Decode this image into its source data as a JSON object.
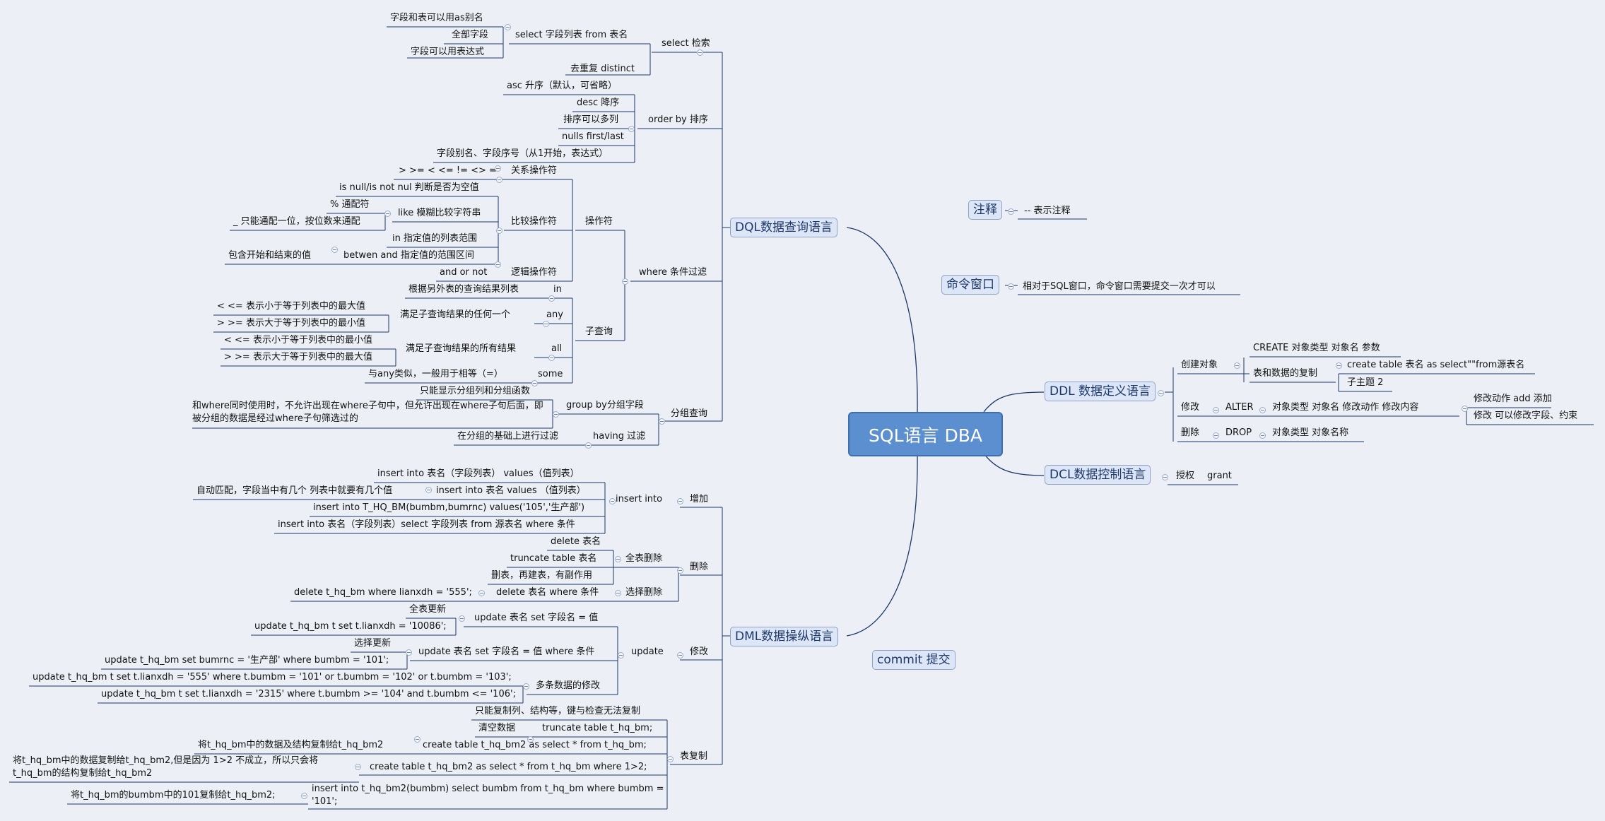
{
  "root": "SQL语言   DBA",
  "right": {
    "comment": {
      "label": "注释",
      "child": "--    表示注释"
    },
    "cmd": {
      "label": "命令窗口",
      "child": "相对于SQL窗口，命令窗口需要提交一次才可以"
    },
    "ddl": {
      "label": "DDL 数据定义语言",
      "create": {
        "label": "创建对象",
        "syntax": "CREATE 对象类型   对象名   参数",
        "copy": "表和数据的复制",
        "copy_sql": "create table 表名 as select\"\"from源表名",
        "sub": "子主题 2"
      },
      "alter": {
        "label": "修改",
        "kw": "ALTER",
        "syntax": "对象类型   对象名   修改动作   修改内容",
        "add": "修改动作    add   添加",
        "modify": "修改  可以修改字段、约束"
      },
      "drop": {
        "label": "删除",
        "kw": "DROP",
        "syntax": "对象类型   对象名称"
      }
    },
    "dcl": {
      "label": "DCL数据控制语言",
      "grant_label": "授权",
      "grant_kw": "grant"
    },
    "commit": "commit 提交"
  },
  "dql": {
    "label": "DQL数据查询语言",
    "select": {
      "label": "select 检索",
      "list": "select 字段列表    from 表名",
      "alias": "字段和表可以用as别名",
      "all": "全部字段",
      "expr": "字段可以用表达式",
      "distinct": "去重复  distinct"
    },
    "order": {
      "label": "order by 排序",
      "asc": "asc 升序（默认，可省略）",
      "desc": "desc   降序",
      "multi": "排序可以多列",
      "nulls": "nulls first/last",
      "alias": "字段别名、字段序号（从1开始，表达式）"
    },
    "where": {
      "label": "where 条件过滤",
      "ops": "操作符",
      "rel": "关系操作符",
      "rel_list": "> >= < <= != <> =",
      "cmp": "比较操作符",
      "isnull": "is null/is  not  nul 判断是否为空值",
      "like": "like 模糊比较字符串",
      "pct": "% 通配符",
      "underscore": "_ 只能通配一位，按位数来通配",
      "in": "in   指定值的列表范围",
      "between_desc": "包含开始和结束的值",
      "between": "betwen   and   指定值的范围区间",
      "logic": "逻辑操作符",
      "logic_list": "and or not",
      "sub": "子查询",
      "in_kw": "in",
      "in_desc": "根据另外表的查询结果列表",
      "any_kw": "any",
      "any_desc": "满足子查询结果的任何一个",
      "any_lt": "< <= 表示小于等于列表中的最大值",
      "any_gt": "> >= 表示大于等于列表中的最小值",
      "all_kw": "all",
      "all_desc": "满足子查询结果的所有结果",
      "all_lt": "< <= 表示小于等于列表中的最小值",
      "all_gt": "> >= 表示大于等于列表中的最大值",
      "some_kw": "some",
      "some_desc": "与any类似，一般用于相等（=）"
    },
    "group": {
      "label": "分组查询",
      "gb": "group by分组字段",
      "gb_note1": "只能显示分组列和分组函数",
      "gb_note2": "和where同时使用时，不允许出现在where子句中，但允许出现在where子句后面，即被分组的数据是经过where子句筛选过的",
      "having": "having 过滤",
      "having_note": "在分组的基础上进行过滤"
    }
  },
  "dml": {
    "label": "DML数据操纵语言",
    "add": {
      "label": "增加",
      "insert": "insert   into",
      "i1": "insert into 表名（字段列表）  values（值列表）",
      "i2": "insert into 表名  values （值列表）",
      "i2_note": "自动匹配，字段当中有几个 列表中就要有几个值",
      "i3": "insert into T_HQ_BM(bumbm,bumrnc) values('105','生产部')",
      "i4": "insert into 表名（字段列表）select 字段列表  from 源表名  where 条件"
    },
    "del": {
      "label": "删除",
      "full": "全表删除",
      "d1": "delete 表名",
      "d2": "truncate   table  表名",
      "d3": "删表，再建表，有副作用",
      "sel": "选择删除",
      "d4": "delete 表名  where 条件",
      "d4_ex": "delete t_hq_bm where lianxdh = '555';"
    },
    "mod": {
      "label": "修改",
      "update": "update",
      "u1": "update 表名  set   字段名 = 值",
      "u1_note": "全表更新",
      "u1_ex": "update t_hq_bm t set t.lianxdh = '10086';",
      "u2": "update 表名  set   字段名 = 值  where 条件",
      "u2_note": "选择更新",
      "u2_ex": "update t_hq_bm set bumrnc = '生产部' where bumbm = '101';",
      "u3": "多条数据的修改",
      "u3_ex1": "update t_hq_bm t set t.lianxdh = '555' where t.bumbm = '101' or t.bumbm = '102' or t.bumbm  = '103';",
      "u3_ex2": "update t_hq_bm t set t.lianxdh = '2315' where t.bumbm >= '104' and t.bumbm <= '106';"
    },
    "copy": {
      "label": "表复制",
      "c0": "只能复制列、结构等，键与检查无法复制",
      "c1_note": "清空数据",
      "c1": "truncate  table  t_hq_bm;",
      "c2_note": "将t_hq_bm中的数据及结构复制给t_hq_bm2",
      "c2": "create  table  t_hq_bm2  as  select  *  from  t_hq_bm;",
      "c3_note": "将t_hq_bm中的数据复制给t_hq_bm2,但是因为  1>2 不成立，所以只会将t_hq_bm的结构复制给t_hq_bm2",
      "c3": "create  table  t_hq_bm2  as select  *  from  t_hq_bm  where  1>2;",
      "c4_note": "将t_hq_bm的bumbm中的101复制给t_hq_bm2;",
      "c4": "insert  into  t_hq_bm2(bumbm)  select  bumbm  from  t_hq_bm  where  bumbm = '101';"
    }
  },
  "colors": {
    "line": "#1c3768",
    "root": "#5c8fcf",
    "node": "#dce6f6",
    "bg": "#ecf0f6"
  }
}
